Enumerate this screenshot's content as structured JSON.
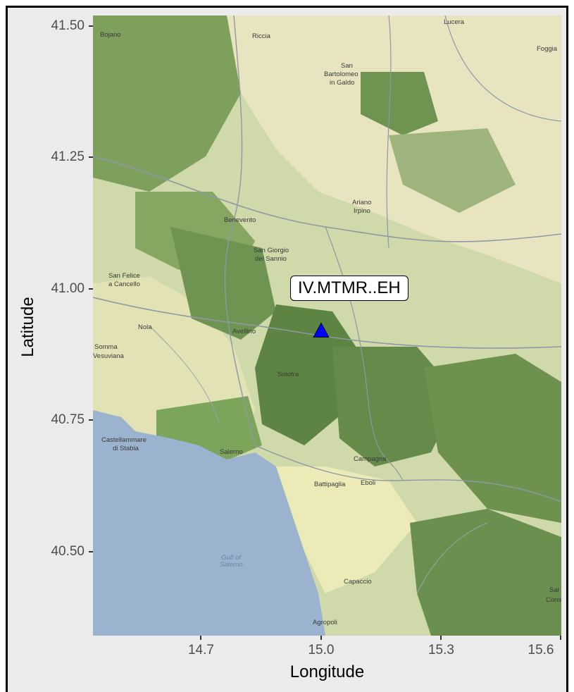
{
  "axes": {
    "xlabel": "Longitude",
    "ylabel": "Latitude",
    "xticks": [
      "14.7",
      "15.0",
      "15.3",
      "15.6"
    ],
    "yticks": [
      "41.50",
      "41.25",
      "41.00",
      "40.75",
      "40.50"
    ],
    "xlim": [
      14.43,
      15.6
    ],
    "ylim": [
      40.34,
      41.52
    ]
  },
  "station": {
    "label": "IV.MTMR..EH",
    "lon": 15.0,
    "lat": 40.92,
    "marker": "triangle",
    "color": "#0000ff"
  },
  "places": [
    {
      "name": "Bojano"
    },
    {
      "name": "Riccia"
    },
    {
      "name": "Lucera"
    },
    {
      "name": "Foggia"
    },
    {
      "name": "San"
    },
    {
      "name": "Bartolomeo"
    },
    {
      "name": "in Galdo"
    },
    {
      "name": "Ariano"
    },
    {
      "name": "Irpino"
    },
    {
      "name": "Benevento"
    },
    {
      "name": "San Giorgio"
    },
    {
      "name": "del Sannio"
    },
    {
      "name": "San Felice"
    },
    {
      "name": "a Cancello"
    },
    {
      "name": "Nola"
    },
    {
      "name": "Avellino"
    },
    {
      "name": "Somma"
    },
    {
      "name": "Vesuviana"
    },
    {
      "name": "Solofra"
    },
    {
      "name": "Castellammare"
    },
    {
      "name": "di Stabia"
    },
    {
      "name": "Salerno"
    },
    {
      "name": "Campagna"
    },
    {
      "name": "Battipaglia"
    },
    {
      "name": "Eboli"
    },
    {
      "name": "Gulf of"
    },
    {
      "name": "Salerno"
    },
    {
      "name": "Capaccio"
    },
    {
      "name": "Agropoli"
    },
    {
      "name": "Sal"
    },
    {
      "name": "Consi"
    }
  ],
  "colors": {
    "panel_bg": "#ebebeb",
    "sea": "#9bb3cf",
    "lowland": "#e6e6b8",
    "forest": "#6b8f4e",
    "marker": "#0000ff"
  }
}
